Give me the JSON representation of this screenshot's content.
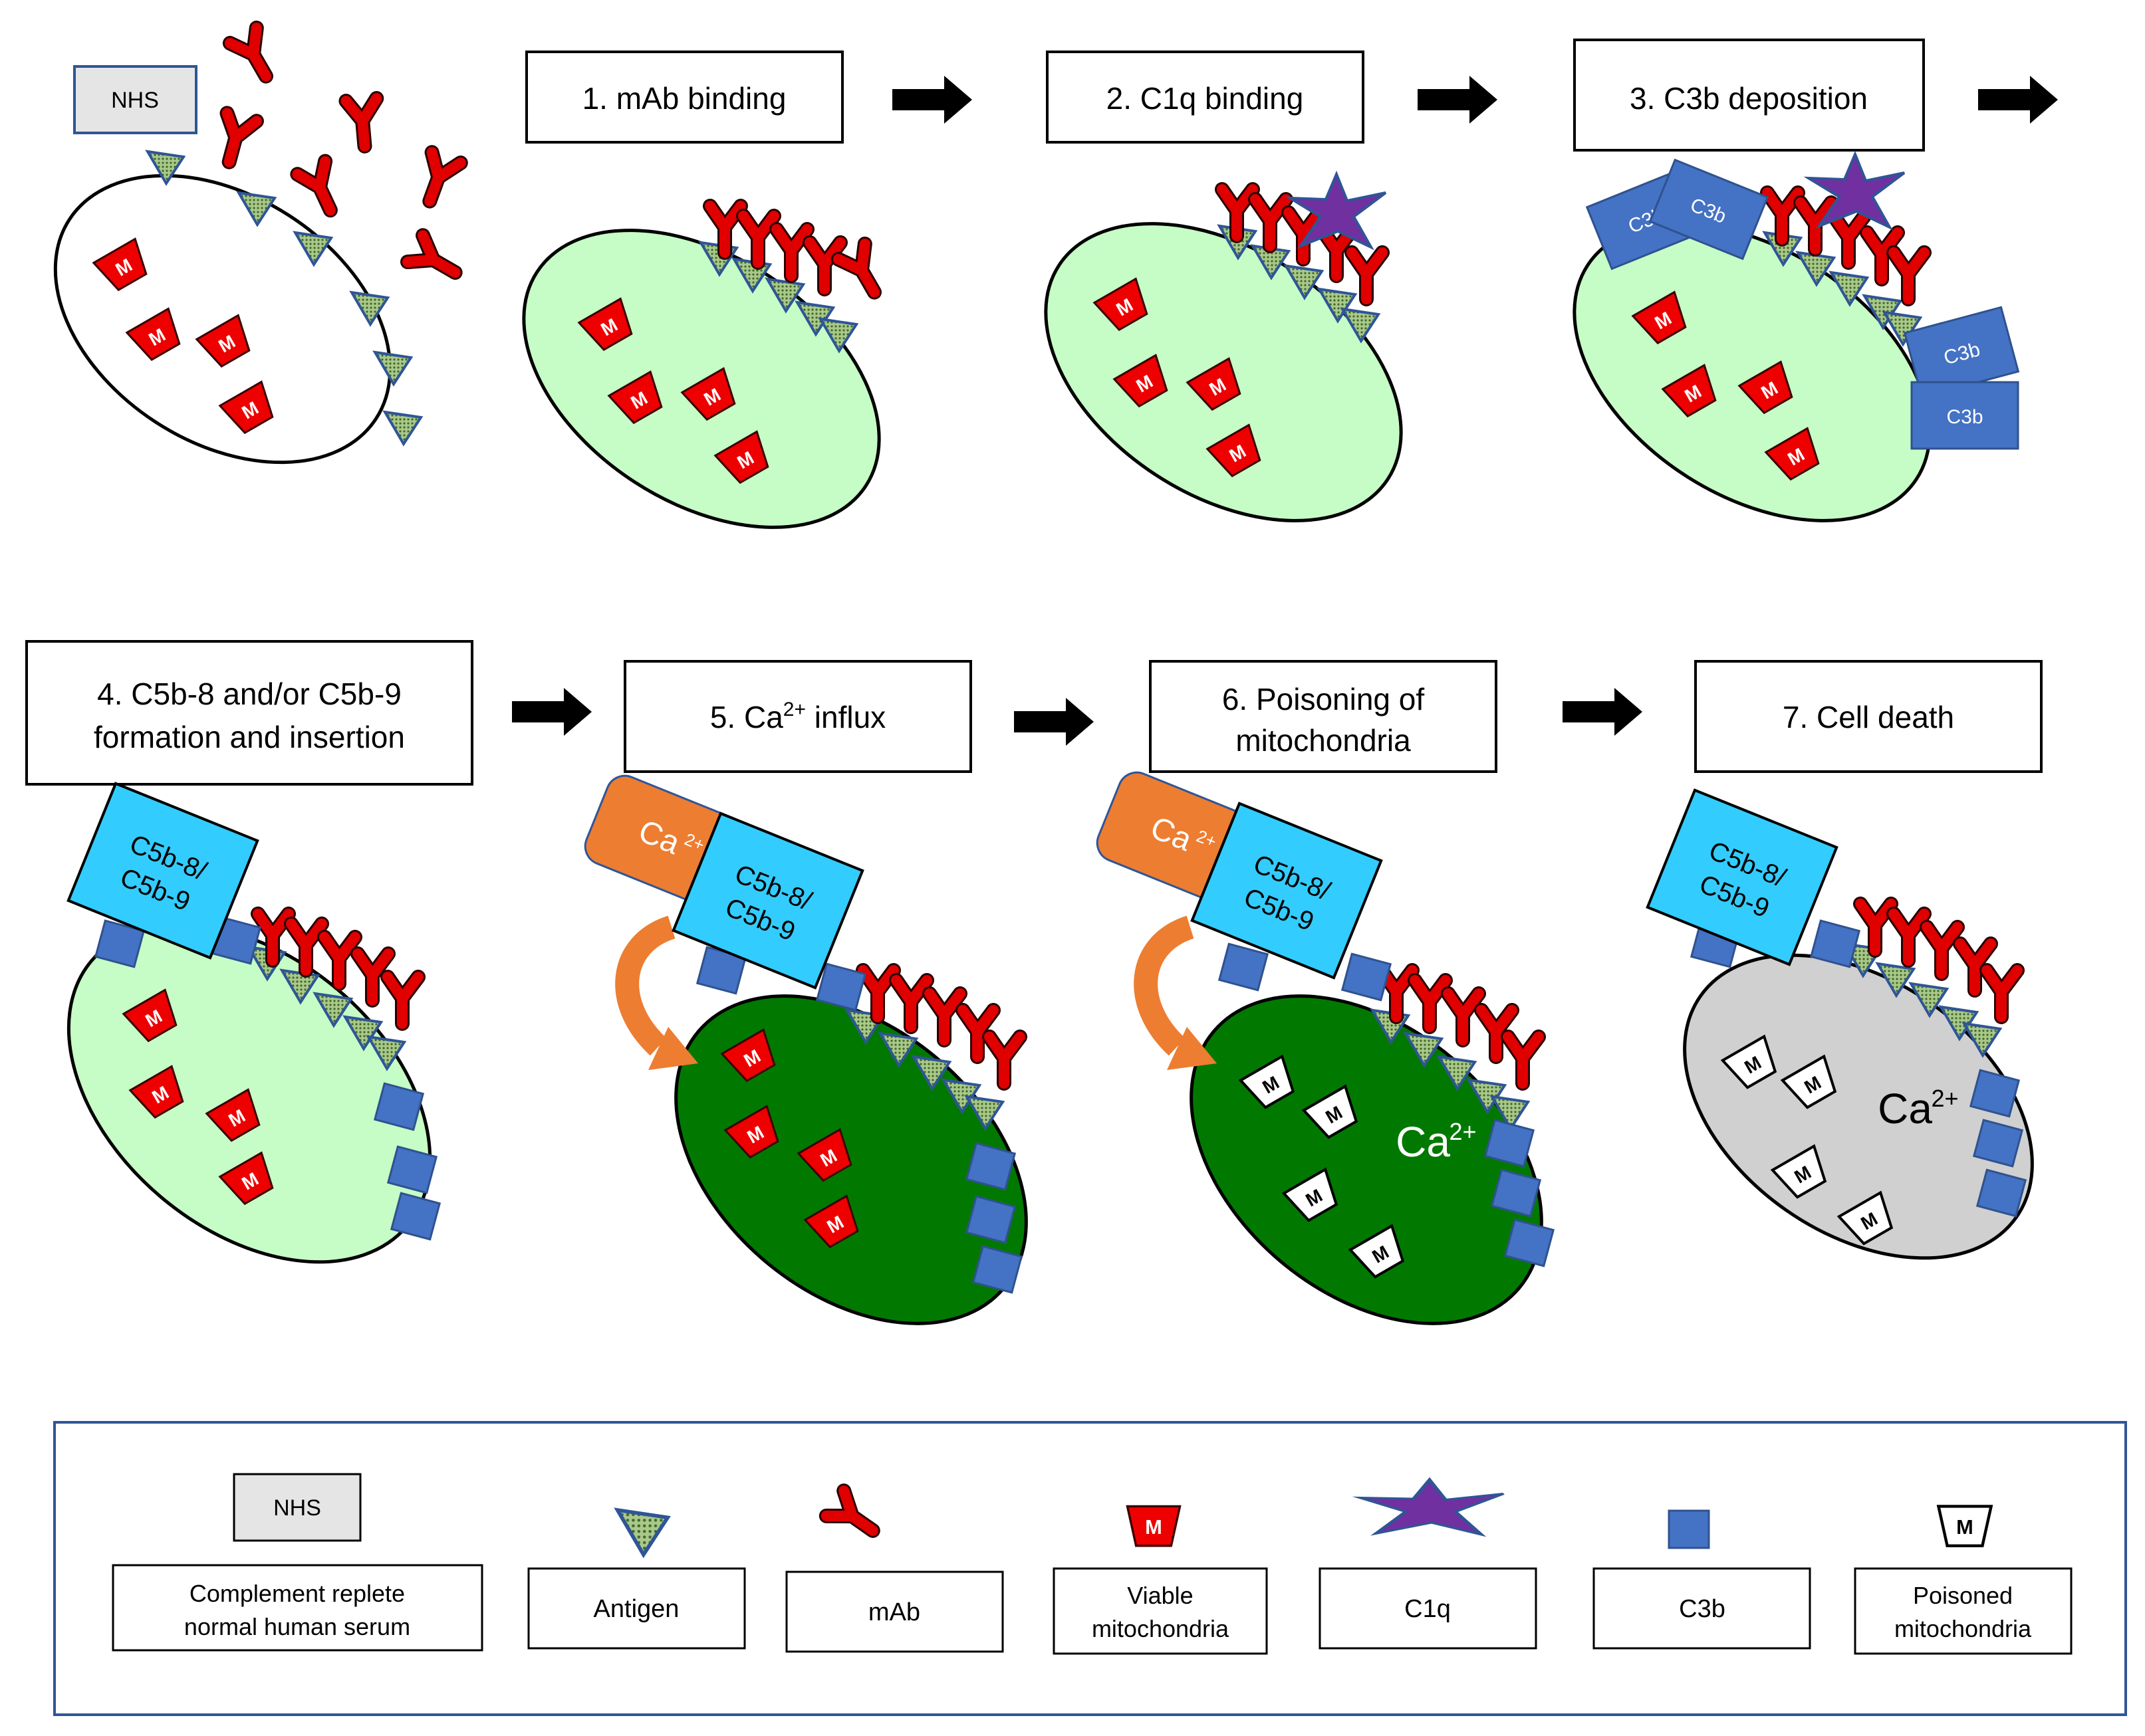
{
  "colors": {
    "cell_fresh": "#c6fcc6",
    "cell_influx": "#017901",
    "cell_dead": "#d0d0d0",
    "antigen": "#8fb36f",
    "mab": "#e00000",
    "mito": "#ee0000",
    "c1q": "#7030a0",
    "c3b": "#4472c4",
    "mac": "#33ccff",
    "calcium": "#ed7d31",
    "nhs_box": "#e5e5e5",
    "legend_border": "#2f5597"
  },
  "top": {
    "nhs_label": "NHS",
    "steps": [
      {
        "label": "1. mAb binding"
      },
      {
        "label": "2. C1q binding"
      },
      {
        "label": "3. C3b deposition"
      }
    ]
  },
  "bottom": {
    "step4": {
      "line1": "4. C5b-8 and/or C5b-9",
      "line2": "formation and insertion"
    },
    "step5": {
      "pre": "5. Ca",
      "sup": "2+",
      "post": " influx"
    },
    "step6": {
      "line1": "6. Poisoning of",
      "line2": "mitochondria"
    },
    "step7": {
      "label": "7. Cell death"
    }
  },
  "shapes": {
    "mito_letter": "M",
    "c3b_label": "C3b",
    "mac_line1": "C5b-8/",
    "mac_line2": "C5b-9",
    "ca_text": "Ca",
    "ca_sup": "2+"
  },
  "legend": {
    "nhs_icon_label": "NHS",
    "items": {
      "nhs": {
        "line1": "Complement replete",
        "line2": "normal human serum"
      },
      "antigen": {
        "label": "Antigen"
      },
      "mab": {
        "label": "mAb"
      },
      "viable": {
        "line1": "Viable",
        "line2": "mitochondria"
      },
      "c1q": {
        "label": "C1q"
      },
      "c3b": {
        "label": "C3b"
      },
      "poisoned": {
        "line1": "Poisoned",
        "line2": "mitochondria"
      }
    }
  }
}
